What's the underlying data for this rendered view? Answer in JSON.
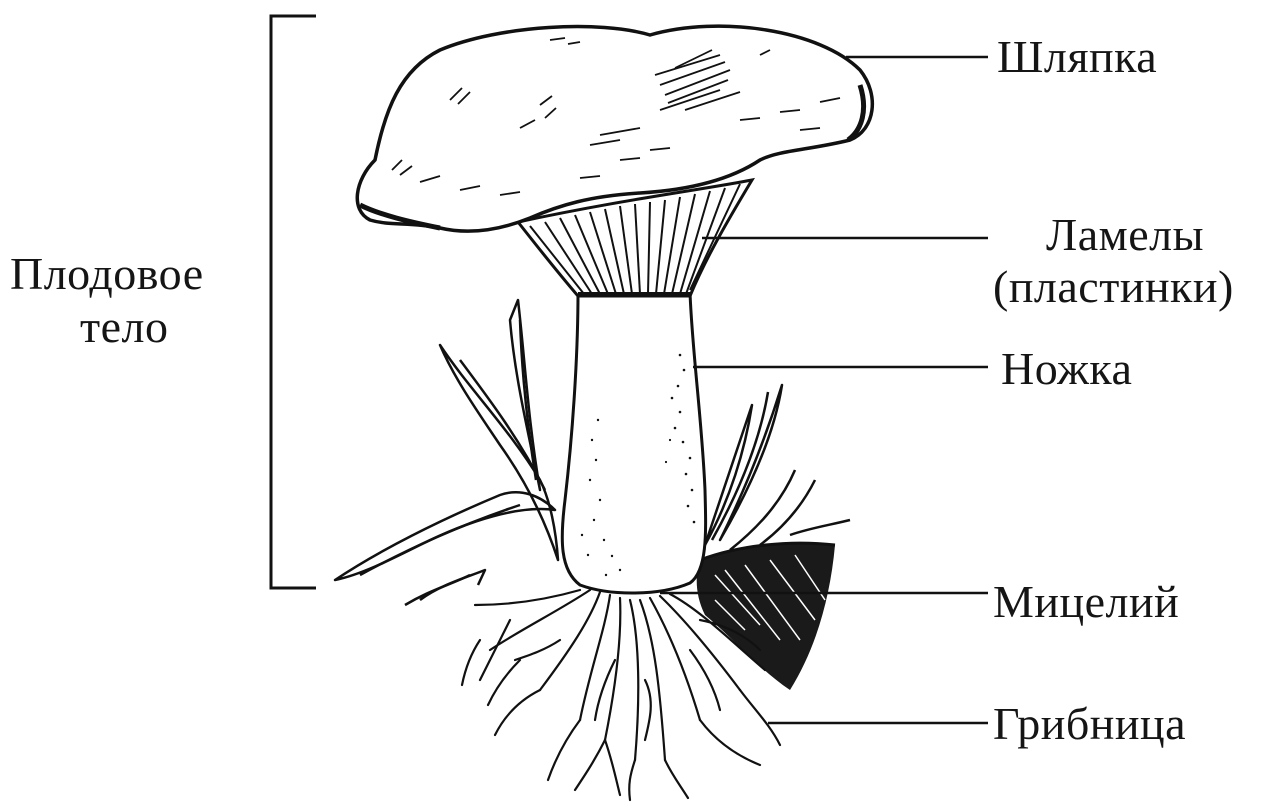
{
  "labels": {
    "cap": "Шляпка",
    "gills_line1": "Ламелы",
    "gills_line2": "(пластинки)",
    "stem": "Ножка",
    "mycelium": "Мицелий",
    "hyphae": "Грибница",
    "fruiting_body_line1": "Плодовое",
    "fruiting_body_line2": "тело"
  },
  "colors": {
    "ink": "#111111",
    "background": "#ffffff"
  }
}
